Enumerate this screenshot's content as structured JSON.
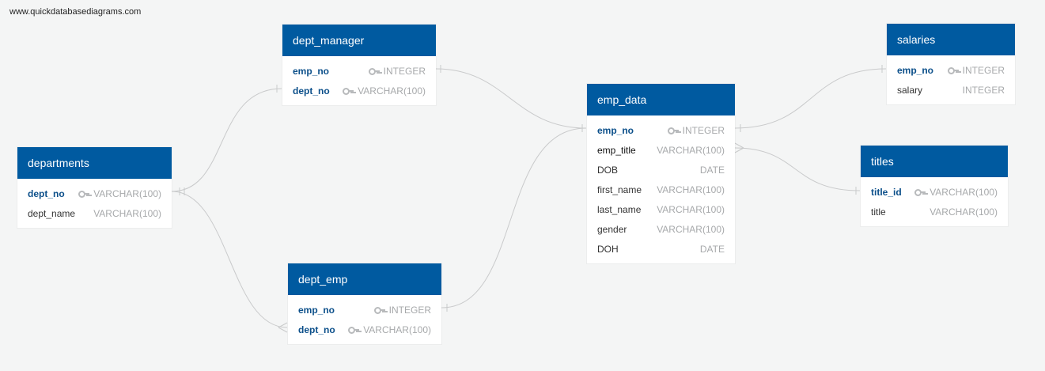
{
  "watermark": "www.quickdatabasediagrams.com",
  "colors": {
    "header": "#005aa0",
    "key_field": "#0b4f8a",
    "type": "#a7a9ab",
    "link": "#c9cacb"
  },
  "tables": {
    "dept_manager": {
      "title": "dept_manager",
      "fields": [
        {
          "name": "emp_no",
          "type": "INTEGER",
          "key": true
        },
        {
          "name": "dept_no",
          "type": "VARCHAR(100)",
          "key": true
        }
      ]
    },
    "departments": {
      "title": "departments",
      "fields": [
        {
          "name": "dept_no",
          "type": "VARCHAR(100)",
          "key": true
        },
        {
          "name": "dept_name",
          "type": "VARCHAR(100)",
          "key": false
        }
      ]
    },
    "dept_emp": {
      "title": "dept_emp",
      "fields": [
        {
          "name": "emp_no",
          "type": "INTEGER",
          "key": true
        },
        {
          "name": "dept_no",
          "type": "VARCHAR(100)",
          "key": true
        }
      ]
    },
    "emp_data": {
      "title": "emp_data",
      "fields": [
        {
          "name": "emp_no",
          "type": "INTEGER",
          "key": true
        },
        {
          "name": "emp_title",
          "type": "VARCHAR(100)",
          "key": false
        },
        {
          "name": "DOB",
          "type": "DATE",
          "key": false
        },
        {
          "name": "first_name",
          "type": "VARCHAR(100)",
          "key": false
        },
        {
          "name": "last_name",
          "type": "VARCHAR(100)",
          "key": false
        },
        {
          "name": "gender",
          "type": "VARCHAR(100)",
          "key": false
        },
        {
          "name": "DOH",
          "type": "DATE",
          "key": false
        }
      ]
    },
    "salaries": {
      "title": "salaries",
      "fields": [
        {
          "name": "emp_no",
          "type": "INTEGER",
          "key": true
        },
        {
          "name": "salary",
          "type": "INTEGER",
          "key": false
        }
      ]
    },
    "titles": {
      "title": "titles",
      "fields": [
        {
          "name": "title_id",
          "type": "VARCHAR(100)",
          "key": true
        },
        {
          "name": "title",
          "type": "VARCHAR(100)",
          "key": false
        }
      ]
    }
  }
}
